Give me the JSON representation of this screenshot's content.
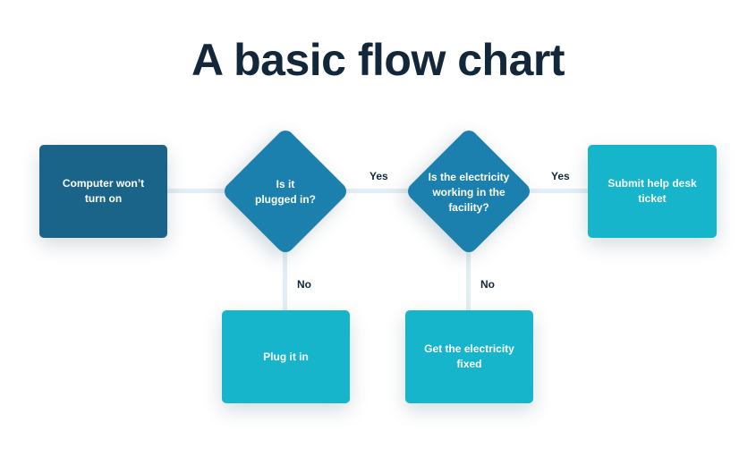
{
  "title": "A basic flow chart",
  "nodes": {
    "start": {
      "line1": "Computer won’t",
      "line2": "turn on"
    },
    "decision1": {
      "line1": "Is it",
      "line2": "plugged in?"
    },
    "decision2": {
      "line1": "Is the electricity",
      "line2": "working in the",
      "line3": "facility?"
    },
    "end_yes": {
      "line1": "Submit help desk",
      "line2": "ticket"
    },
    "action1": {
      "line1": "Plug it in"
    },
    "action2": {
      "line1": "Get the electricity",
      "line2": "fixed"
    }
  },
  "edges": {
    "d1_to_d2": "Yes",
    "d2_to_end": "Yes",
    "d1_to_action1": "No",
    "d2_to_action2": "No"
  },
  "colors": {
    "title": "#12283a",
    "start_box": "#1a6489",
    "decision": "#1b80ad",
    "terminal_box": "#16b5cc",
    "connector": "#e3eef4"
  }
}
